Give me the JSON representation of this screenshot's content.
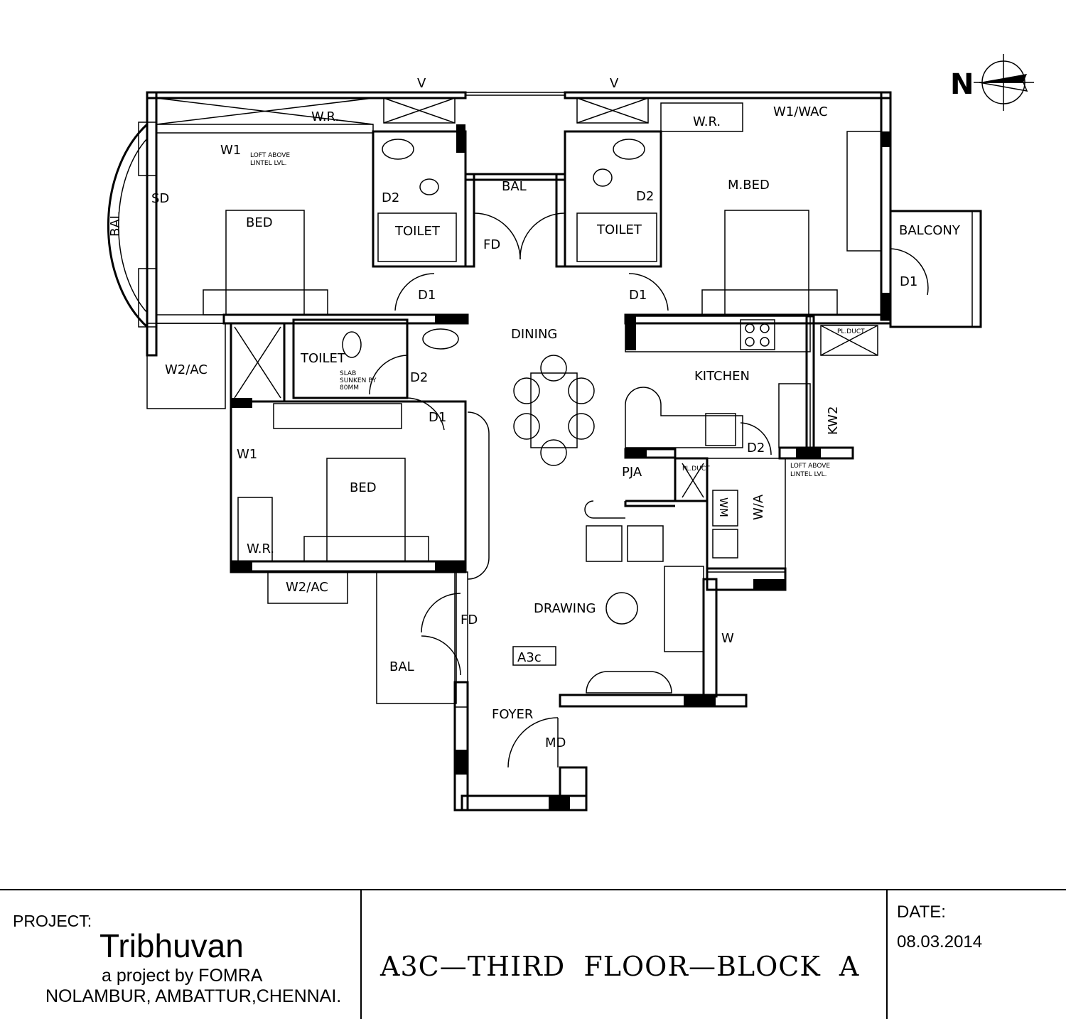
{
  "north_label": "N",
  "rooms": {
    "v1": "V",
    "v2": "V",
    "wr1": "W.R.",
    "wr2": "W.R.",
    "wr3": "W.R.",
    "w1_top": "W1",
    "w1wac": "W1/WAC",
    "loft1_a": "LOFT ABOVE",
    "loft1_b": "LINTEL LVL.",
    "sd": "SD",
    "bal_arc": "BAL",
    "bed1": "BED",
    "d2_a": "D2",
    "toilet1": "TOILET",
    "bal_mid": "BAL",
    "fd1": "FD",
    "toilet2": "TOILET",
    "d2_b": "D2",
    "mbed": "M.BED",
    "balcony": "BALCONY",
    "d1_bal": "D1",
    "d1_a": "D1",
    "d1_b": "D1",
    "dining": "DINING",
    "toilet3": "TOILET",
    "slab_a": "SLAB",
    "slab_b": "SUNKEN BY",
    "slab_c": "80MM",
    "d2_c": "D2",
    "w2ac1": "W2/AC",
    "kitchen": "KITCHEN",
    "pl_duct1": "PL.DUCT",
    "kw2": "KW2",
    "d1_c": "D1",
    "w1_left": "W1",
    "bed2": "BED",
    "pja": "PJA",
    "d2_d": "D2",
    "pl_duct2": "PL.DUCT",
    "loft2_a": "LOFT ABOVE",
    "loft2_b": "LINTEL LVL.",
    "wm": "WM",
    "wa": "W/A",
    "w2ac2": "W2/AC",
    "fd2": "FD",
    "drawing": "DRAWING",
    "w": "W",
    "unit": "A3c",
    "bal_left": "BAL",
    "foyer": "FOYER",
    "md": "MD"
  },
  "title_block": {
    "project_label": "PROJECT:",
    "project_name": "Tribhuvan",
    "developer": "a project by FOMRA",
    "location": "NOLAMBUR, AMBATTUR,CHENNAI.",
    "drawing_title": "A3C—THIRD  FLOOR—BLOCK  A",
    "date_label": "DATE:",
    "date": "08.03.2014"
  }
}
